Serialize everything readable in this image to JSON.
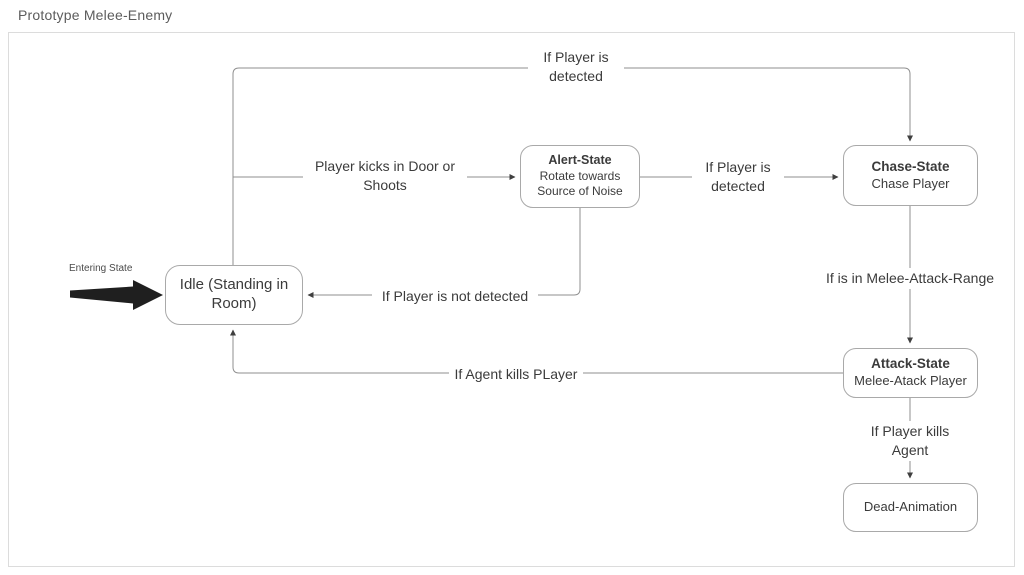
{
  "page": {
    "title": "Prototype Melee-Enemy"
  },
  "diagram": {
    "type": "state-machine-flowchart",
    "nodes": {
      "idle": {
        "label": "Idle (Standing in Room)"
      },
      "alert": {
        "title": "Alert-State",
        "line1": "Rotate towards",
        "line2": "Source of Noise"
      },
      "chase": {
        "title": "Chase-State",
        "subtitle": "Chase Player"
      },
      "attack": {
        "title": "Attack-State",
        "subtitle": "Melee-Atack Player"
      },
      "dead": {
        "label": "Dead-Animation"
      }
    },
    "edges": {
      "idle_to_chase": {
        "label": "If Player is detected",
        "from": "idle",
        "to": "chase"
      },
      "idle_to_alert": {
        "label": "Player kicks in Door or Shoots",
        "from": "idle",
        "to": "alert"
      },
      "alert_to_chase": {
        "label": "If Player is detected",
        "from": "alert",
        "to": "chase"
      },
      "alert_to_idle": {
        "label": "If Player is not detected",
        "from": "alert",
        "to": "idle"
      },
      "chase_to_attack": {
        "label": "If is in Melee-Attack-Range",
        "from": "chase",
        "to": "attack"
      },
      "attack_to_idle": {
        "label": "If Agent kills PLayer",
        "from": "attack",
        "to": "idle"
      },
      "attack_to_dead": {
        "label": "If Player kills Agent",
        "from": "attack",
        "to": "dead"
      }
    },
    "annotations": {
      "entering_state": "Entering State"
    },
    "colors": {
      "node_border": "#a9a9a9",
      "edge_stroke": "#8f8f8f",
      "arrowhead": "#3f3f3f",
      "node_text": "#3b3b3b",
      "page_title_text": "#5c5c5c",
      "canvas_border": "#dcdcdc",
      "entering_arrow": "#1f1f1f",
      "background": "#ffffff"
    }
  }
}
